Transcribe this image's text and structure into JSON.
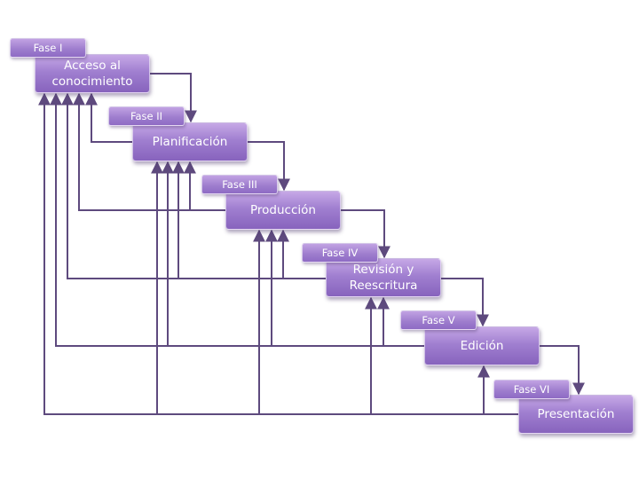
{
  "colors": {
    "connector": "#5e4a7e",
    "box_fill_top": "#c6a8e6",
    "box_fill_bottom": "#8763bd",
    "text": "#ffffff"
  },
  "phases": [
    {
      "tag": "Fase I",
      "label": "Acceso al conocimiento"
    },
    {
      "tag": "Fase II",
      "label": "Planificación"
    },
    {
      "tag": "Fase III",
      "label": "Producción"
    },
    {
      "tag": "Fase IV",
      "label": "Revisión y Reescritura"
    },
    {
      "tag": "Fase V",
      "label": "Edición"
    },
    {
      "tag": "Fase VI",
      "label": "Presentación"
    }
  ]
}
